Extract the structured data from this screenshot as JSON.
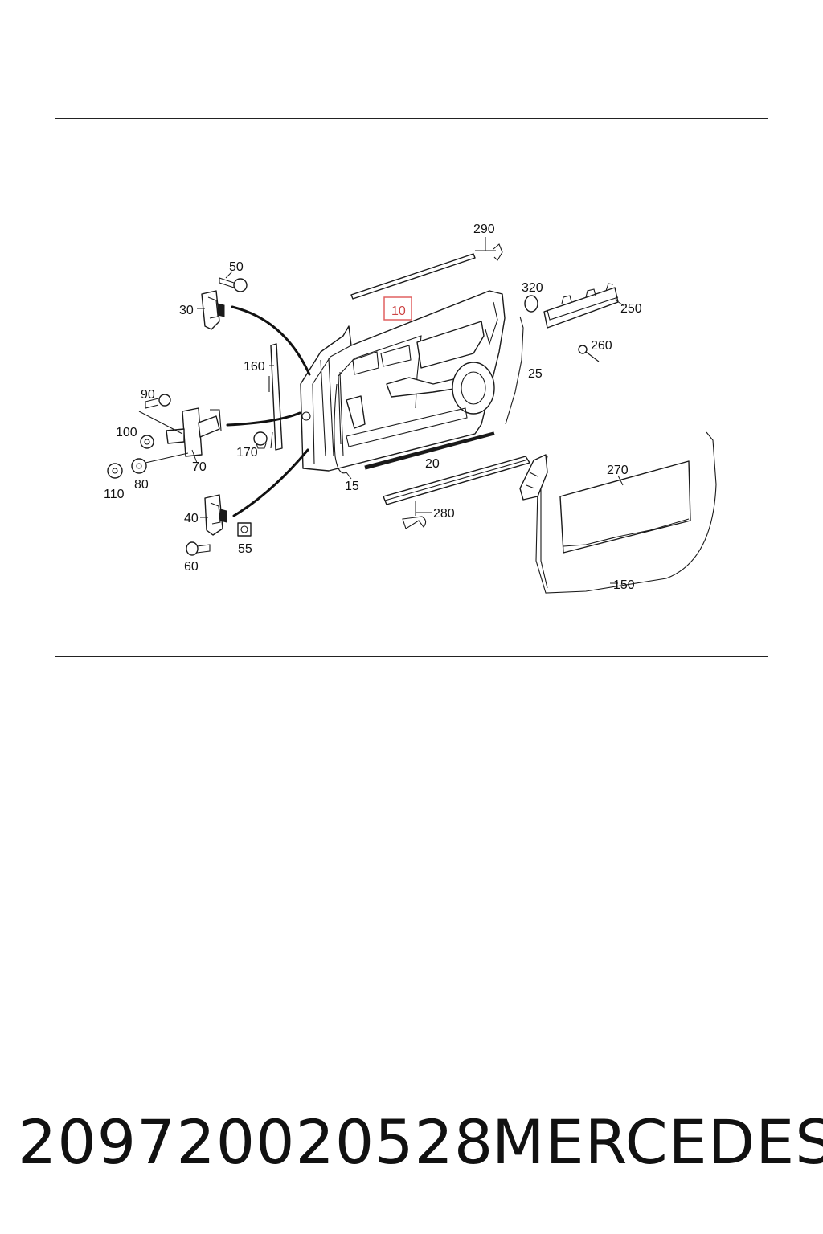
{
  "diagram": {
    "callouts": {
      "c10": "10",
      "c15": "15",
      "c20": "20",
      "c25": "25",
      "c30": "30",
      "c40": "40",
      "c50": "50",
      "c55": "55",
      "c60": "60",
      "c70": "70",
      "c80": "80",
      "c90": "90",
      "c100": "100",
      "c110": "110",
      "c150": "150",
      "c160": "160",
      "c170": "170",
      "c250": "250",
      "c260": "260",
      "c270": "270",
      "c280": "280",
      "c290": "290",
      "c320": "320"
    },
    "highlight_color": "#e06060"
  },
  "footer": {
    "part_number": "209720020528",
    "brand": "MERCEDES"
  }
}
